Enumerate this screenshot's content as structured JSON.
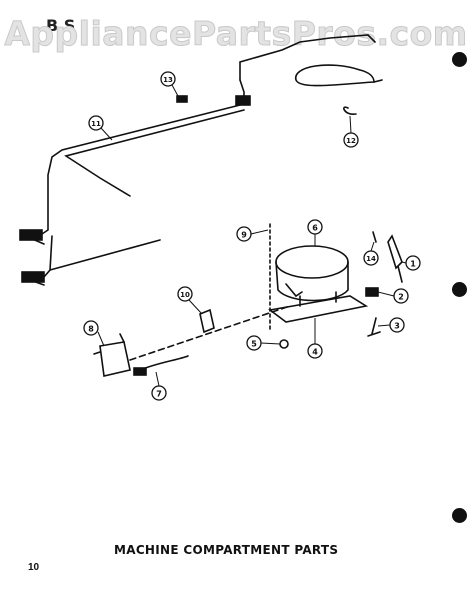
{
  "watermark": "AppliancePartsPros.com",
  "header_fragment": "B S",
  "caption": "MACHINE COMPARTMENT PARTS",
  "page_number": "10",
  "callouts": [
    "1",
    "2",
    "3",
    "4",
    "5",
    "6",
    "7",
    "8",
    "9",
    "10",
    "11",
    "12",
    "13",
    "14"
  ]
}
